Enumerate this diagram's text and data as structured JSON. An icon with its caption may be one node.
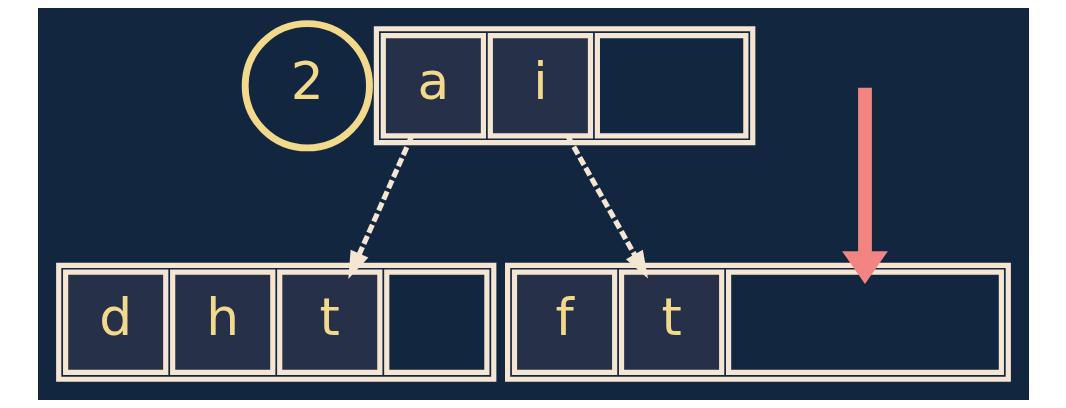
{
  "diagram": {
    "nodes": [
      {
        "text": [
          "2"
        ]
      },
      {
        "text": [],
        "shape": "box"
      },
      {
        "text": [
          "a"
        ],
        "in": 1
      },
      {
        "text": [
          "i"
        ],
        "in": 1
      },
      {
        "text": [],
        "shape": "box",
        "in": 1
      },
      {
        "text": [],
        "shape": "box"
      },
      {
        "text": [
          "d"
        ],
        "in": 5
      },
      {
        "text": [
          "h"
        ],
        "in": 5
      },
      {
        "text": [
          "t"
        ],
        "in": 5
      },
      {
        "text": [],
        "shape": "box",
        "in": 5
      },
      {
        "text": [],
        "shape": "box"
      },
      {
        "text": [
          "f"
        ],
        "in": 10
      },
      {
        "text": [
          "t"
        ],
        "in": 10
      },
      {
        "text": [],
        "shape": "box",
        "in": 10
      }
    ],
    "edges": [
      {
        "from": 2,
        "to": 8,
        "arrow": "to",
        "style": "dashed"
      },
      {
        "from": 3,
        "to": 12,
        "arrow": "to",
        "style": "dashed"
      },
      {
        "from": null,
        "to": 13,
        "arrow": "to",
        "style": "thick",
        "color": "#f28482"
      }
    ]
  }
}
